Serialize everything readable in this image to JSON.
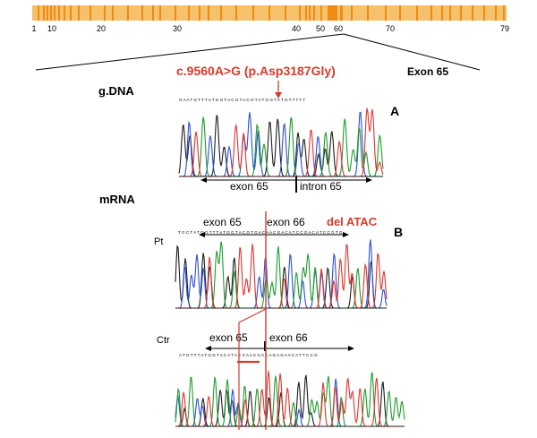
{
  "gene_bar": {
    "exon_ticks": [
      "1",
      "10",
      "20",
      "30",
      "40",
      "50",
      "60",
      "70",
      "79"
    ],
    "bar_color": "#f5c16b",
    "exon_color": "#f08a10"
  },
  "gdna": {
    "label": "g.DNA",
    "mutation": "c.9560A>G (p.Asp3187Gly)",
    "exon_title": "Exon 65",
    "panel": "A",
    "sequence": "G A A T G T T T A T G G T A C G T A C G T A T G G T A T G T T T T T",
    "left_region": "exon 65",
    "right_region": "intron 65"
  },
  "mrna": {
    "label": "mRNA",
    "panel": "B",
    "pt": {
      "label": "Pt",
      "sequence": "T G C T A T G G T T T A T G G T A C G T G A C A A C G A C A T C C G A C A T C C G T G",
      "left_exon": "exon 65",
      "right_exon": "exon 66",
      "deletion": "del ATAC"
    },
    "ctr": {
      "label": "Ctr",
      "sequence": "A T G T T T A T G G T A C A T A C C A A C G A C A G A G A A C A T T C C G",
      "left_exon": "exon  65",
      "right_exon": "exon 66"
    }
  },
  "colors": {
    "trace_a": "#1d1d1d",
    "trace_c": "#2a4fd6",
    "trace_g": "#1f9b2c",
    "trace_t": "#e0342c",
    "annotation_red": "#d93a2a"
  }
}
